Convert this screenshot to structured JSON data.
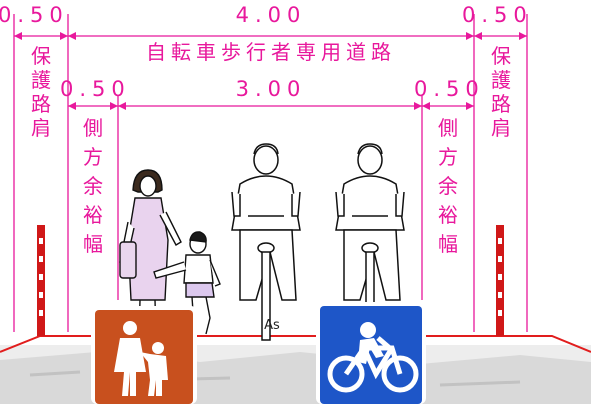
{
  "diagram": {
    "colors": {
      "dimension": "#e8189c",
      "road_edge": "#e11d1d",
      "post": "#d01818",
      "pedestrian_sign": "#c8501e",
      "bicycle_sign": "#1e56c8",
      "sign_symbol": "#ffffff",
      "figure_outline": "#111111",
      "ground_shadow": "#d5d5d5"
    },
    "top_dimensions": {
      "left_shoulder": "0.50",
      "path_width": "4.00",
      "right_shoulder": "0.50"
    },
    "title": "自転車歩行者専用道路",
    "inner_dimensions": {
      "left_margin": "0.50",
      "traffic_width": "3.00",
      "right_margin": "0.50"
    },
    "left_shoulder_label": "保護路肩",
    "left_margin_label": "側方余裕幅",
    "right_margin_label": "側方余裕幅",
    "right_shoulder_label": "保護路肩",
    "pavement_label": "As",
    "figures": [
      "woman-pedestrian",
      "child-pedestrian",
      "cyclist",
      "cyclist"
    ],
    "signs": [
      "pedestrian-sign",
      "bicycle-sign"
    ]
  }
}
